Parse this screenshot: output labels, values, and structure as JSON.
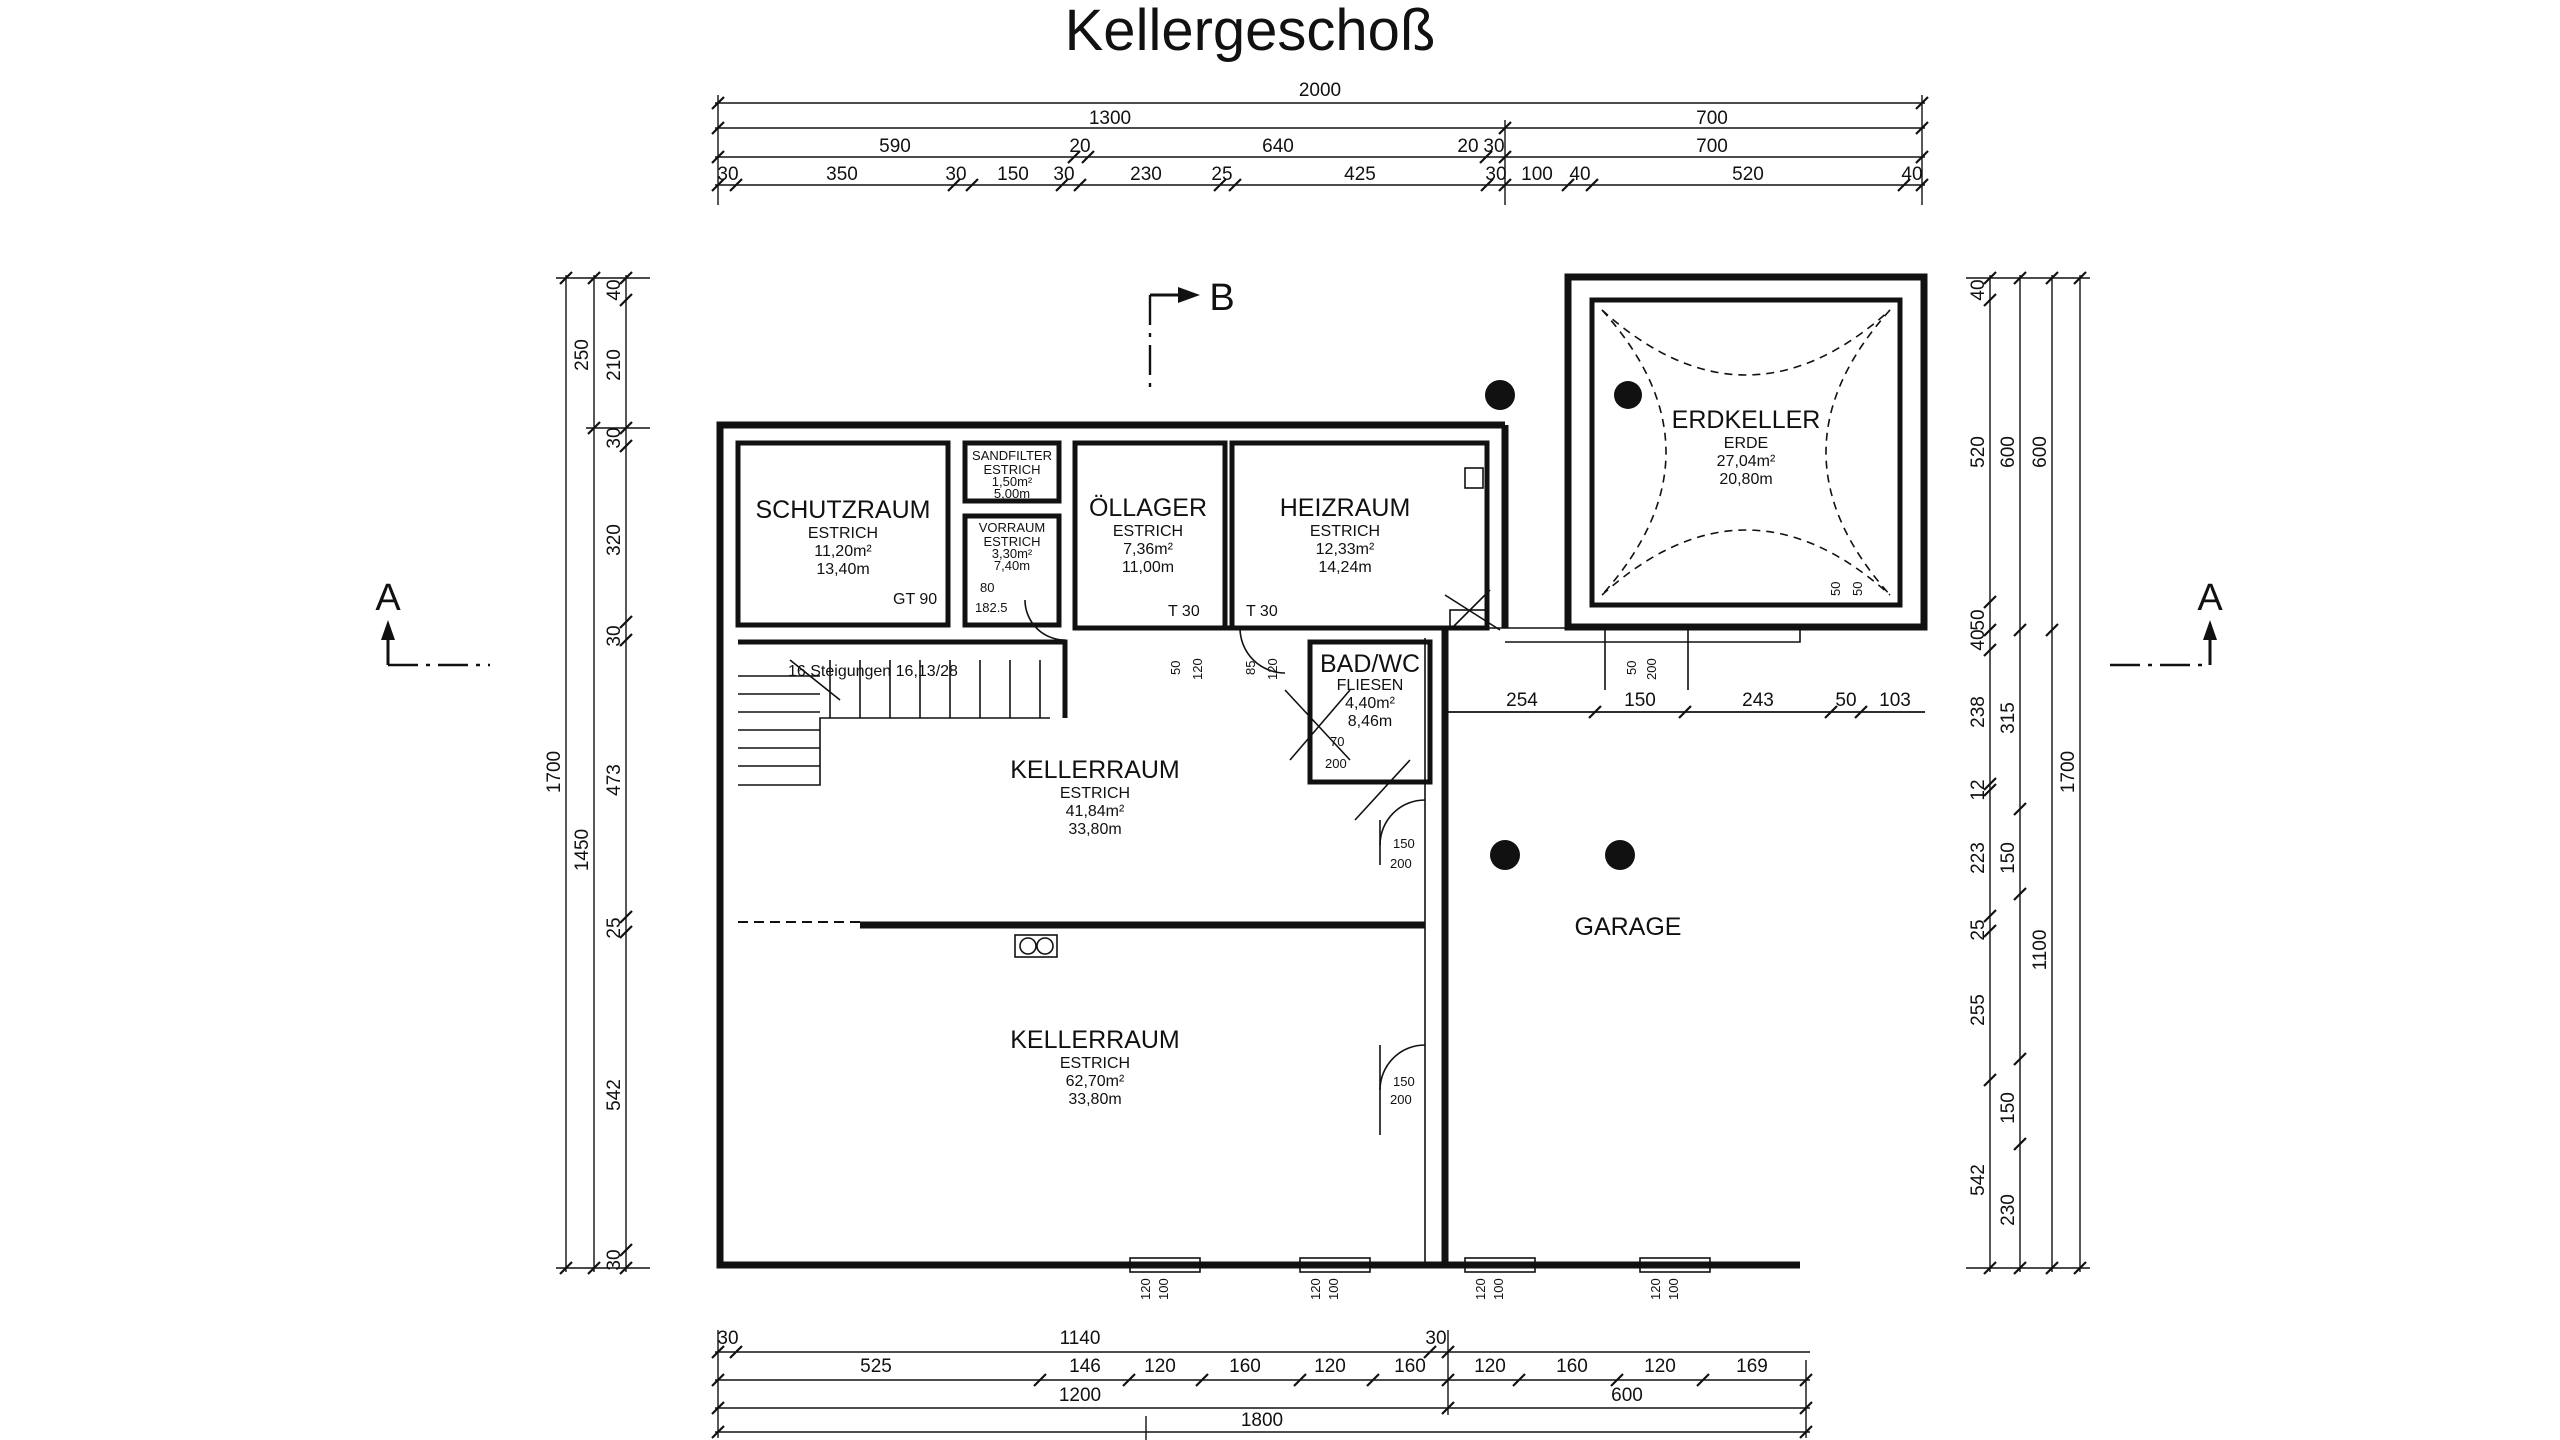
{
  "title": "Kellergeschoß",
  "section_marks": {
    "a_left": "A",
    "a_right": "A",
    "b": "B"
  },
  "rooms": {
    "schutzraum": {
      "name": "SCHUTZRAUM",
      "floor": "ESTRICH",
      "area": "11,20m²",
      "perimeter": "13,40m"
    },
    "sandfilter": {
      "name": "SANDFILTER",
      "floor": "ESTRICH",
      "area": "1,50m²",
      "perimeter": "5,00m"
    },
    "vorraum": {
      "name": "VORRAUM",
      "floor": "ESTRICH",
      "area": "3,30m²",
      "perimeter": "7,40m"
    },
    "oellager": {
      "name": "ÖLLAGER",
      "floor": "ESTRICH",
      "area": "7,36m²",
      "perimeter": "11,00m"
    },
    "heizraum": {
      "name": "HEIZRAUM",
      "floor": "ESTRICH",
      "area": "12,33m²",
      "perimeter": "14,24m"
    },
    "erdkeller": {
      "name": "ERDKELLER",
      "floor": "ERDE",
      "area": "27,04m²",
      "perimeter": "20,80m"
    },
    "bad": {
      "name": "BAD/WC",
      "floor": "FLIESEN",
      "area": "4,40m²",
      "perimeter": "8,46m"
    },
    "kellerraum1": {
      "name": "KELLERRAUM",
      "floor": "ESTRICH",
      "area": "41,84m²",
      "perimeter": "33,80m"
    },
    "kellerraum2": {
      "name": "KELLERRAUM",
      "floor": "ESTRICH",
      "area": "62,70m²",
      "perimeter": "33,80m"
    },
    "garage": {
      "name": "GARAGE"
    }
  },
  "annotations": {
    "stairs": "16 Steigungen 16,13/28",
    "gt90": "GT 90",
    "t30_a": "T 30",
    "t30_b": "T 30",
    "door_80": "80",
    "door_182": "182.5",
    "door_50": "50",
    "door_120a": "120",
    "door_85": "85",
    "door_120b": "120",
    "door_70": "70",
    "door_200": "200",
    "gd1_a": "150",
    "gd1_b": "200",
    "gd2_a": "150",
    "gd2_b": "200",
    "ek_a": "50",
    "ek_b": "50",
    "ekd_a": "50",
    "ekd_b": "200"
  },
  "dims_top": {
    "row1": [
      "2000"
    ],
    "row2": [
      "1300",
      "700"
    ],
    "row3": [
      "590",
      "20",
      "640",
      "20",
      "30",
      "700"
    ],
    "row4": [
      "30",
      "350",
      "30",
      "150",
      "30",
      "230",
      "25",
      "425",
      "30",
      "100",
      "40",
      "520",
      "40"
    ]
  },
  "dims_bottom": {
    "row1": [
      "30",
      "1140",
      "30"
    ],
    "row2": [
      "525",
      "146",
      "120",
      "160",
      "120",
      "160",
      "120",
      "160",
      "120",
      "169"
    ],
    "row3": [
      "1200",
      "600"
    ],
    "row4": [
      "1800"
    ]
  },
  "dims_left": {
    "outer": [
      "1700"
    ],
    "mid": [
      "250",
      "1450"
    ],
    "inner": [
      "40",
      "210",
      "30",
      "320",
      "30",
      "473",
      "25",
      "542",
      "30"
    ]
  },
  "dims_right": {
    "inner": [
      "40",
      "520",
      "50",
      "40",
      "238",
      "12",
      "223",
      "25",
      "255",
      "542"
    ],
    "mid": [
      "600",
      "315",
      "150",
      "150",
      "230"
    ],
    "mid2": [
      "600",
      "1100"
    ],
    "outer": [
      "1700"
    ]
  },
  "dims_garage": [
    "254",
    "150",
    "243",
    "50",
    "103"
  ],
  "windows": [
    "120",
    "100",
    "120",
    "100",
    "120",
    "100",
    "120",
    "100"
  ]
}
